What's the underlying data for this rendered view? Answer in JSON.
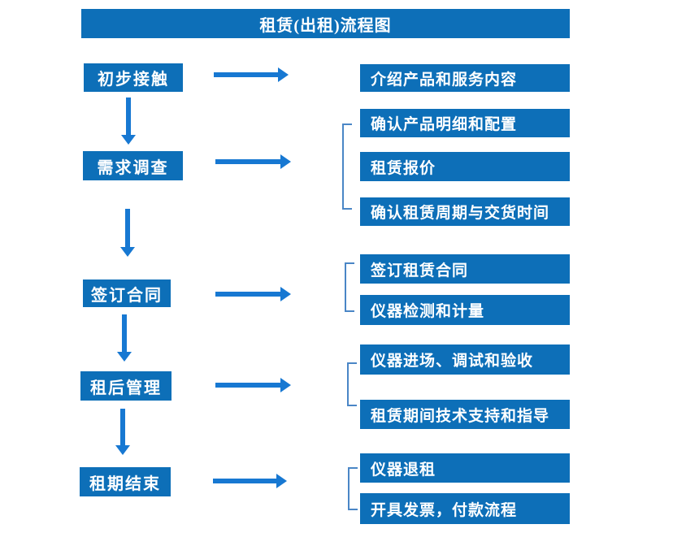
{
  "title": "租赁(出租)流程图",
  "colors": {
    "box_blue": "#0d6fb8",
    "arrow_blue": "#1778d2",
    "bracket_blue": "#4a86c6",
    "text_white": "#ffffff"
  },
  "left_steps": [
    {
      "label": "初步接触"
    },
    {
      "label": "需求调查"
    },
    {
      "label": "签订合同"
    },
    {
      "label": "租后管理"
    },
    {
      "label": "租期结束"
    }
  ],
  "right_groups": [
    {
      "items": [
        "介绍产品和服务内容"
      ]
    },
    {
      "items": [
        "确认产品明细和配置",
        "租赁报价",
        "确认租赁周期与交货时间"
      ]
    },
    {
      "items": [
        "签订租赁合同",
        "仪器检测和计量"
      ]
    },
    {
      "items": [
        "仪器进场、调试和验收",
        "租赁期间技术支持和指导"
      ]
    },
    {
      "items": [
        "仪器退租",
        "开具发票，付款流程"
      ]
    }
  ]
}
